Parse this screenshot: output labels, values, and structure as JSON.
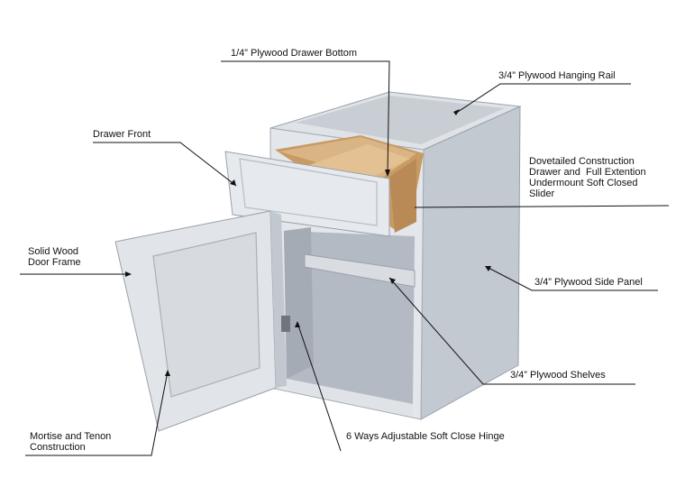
{
  "diagram": {
    "labels": {
      "drawer_bottom": "1/4” Plywood Drawer Bottom",
      "hanging_rail": "3/4” Plywood Hanging Rail",
      "drawer_front": "Drawer Front",
      "dovetail": "Dovetailed Construction\nDrawer and  Full Extention\nUndermount Soft Closed\nSlider",
      "door_frame": "Solid Wood\nDoor Frame",
      "side_panel": "3/4” Plywood Side Panel",
      "shelves": "3/4” Plywood Shelves",
      "mortise": "Mortise and Tenon\nConstruction",
      "hinge": "6 Ways Adjustable Soft Close Hinge"
    },
    "colors": {
      "panel_light": "#dde1e7",
      "panel_mid": "#c6ccd4",
      "panel_dark": "#a9b0b9",
      "interior": "#b8bfc8",
      "wood": "#d8b07c",
      "wood_dark": "#b98a55",
      "leader": "#111111"
    }
  }
}
